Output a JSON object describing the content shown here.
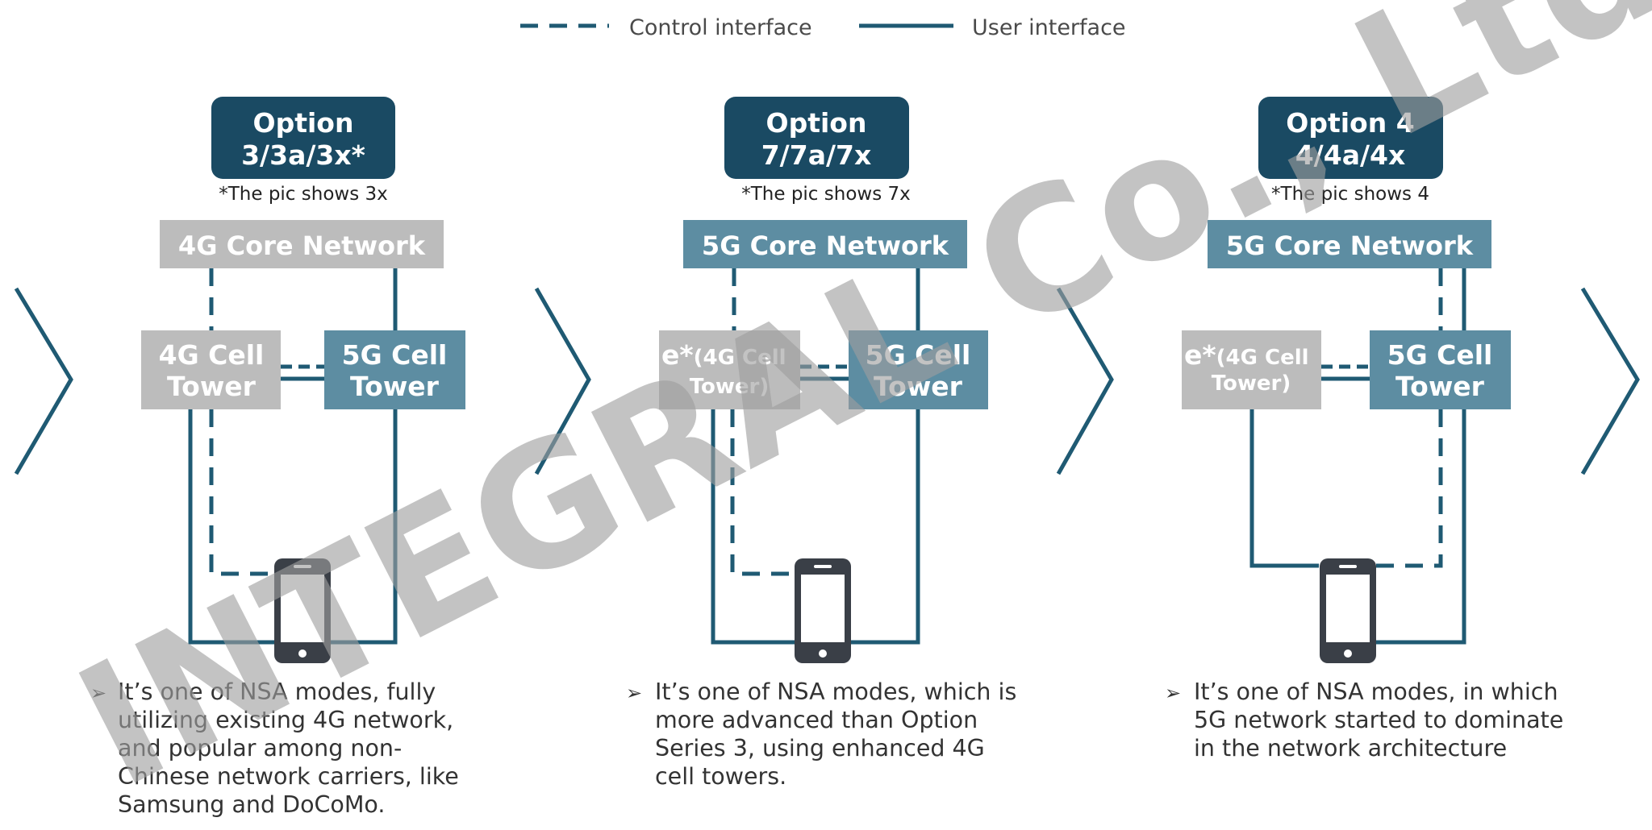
{
  "legend": {
    "control_label": "Control interface",
    "user_label": "User interface"
  },
  "options": [
    {
      "title_line1": "Option",
      "title_line2": "3/3a/3x*",
      "note": "*The pic shows 3x",
      "core": "4G Core Network",
      "left_tower_line1": "4G Cell",
      "left_tower_line2": "Tower",
      "right_tower_line1": "5G Cell",
      "right_tower_line2": "Tower",
      "description": [
        "It’s one of NSA modes, fully",
        "utilizing existing 4G network,",
        "and popular among non-",
        "Chinese network carriers, like",
        "Samsung and DoCoMo."
      ]
    },
    {
      "title_line1": "Option",
      "title_line2": "7/7a/7x",
      "note": "*The pic shows 7x",
      "core": "5G Core Network",
      "left_tower_prefix": "e*",
      "left_tower_line1": "(4G Cell",
      "left_tower_line2": "Tower)",
      "right_tower_line1": "5G Cell",
      "right_tower_line2": "Tower",
      "description": [
        "It’s one of NSA modes, which is",
        "more advanced than Option",
        "Series 3, using enhanced 4G",
        "cell towers."
      ]
    },
    {
      "title_line1": "Option 4",
      "title_line2": "4/4a/4x",
      "note": "*The pic shows 4",
      "core": "5G Core Network",
      "left_tower_prefix": "e*",
      "left_tower_line1": "(4G Cell",
      "left_tower_line2": "Tower)",
      "right_tower_line1": "5G Cell",
      "right_tower_line2": "Tower",
      "description": [
        "It’s one of NSA modes, in which",
        "5G network started to dominate",
        "in the network architecture"
      ]
    }
  ],
  "bullet_glyph": "➢",
  "watermark": "INTEGRAL Co., Ltd",
  "colors": {
    "navy": "#1a4a63",
    "line": "#1f5a73",
    "teal_box": "#5d8da2",
    "grey_box": "#bcbcbc",
    "phone": "#3a3f47",
    "watermark": "#9e9e9e"
  }
}
